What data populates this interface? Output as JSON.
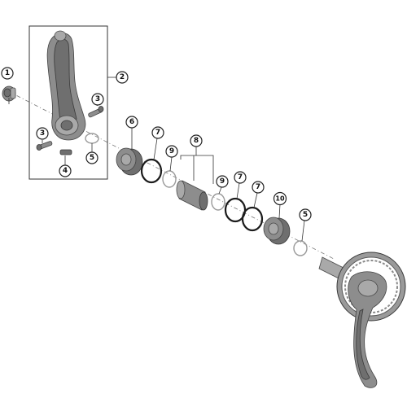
{
  "callouts": {
    "c1": "1",
    "c2": "2",
    "c3a": "3",
    "c3b": "3",
    "c4": "4",
    "c5a": "5",
    "c5b": "5",
    "c6": "6",
    "c7a": "7",
    "c7b": "7",
    "c7c": "7",
    "c8": "8",
    "c9a": "9",
    "c9b": "9",
    "c10": "10"
  }
}
